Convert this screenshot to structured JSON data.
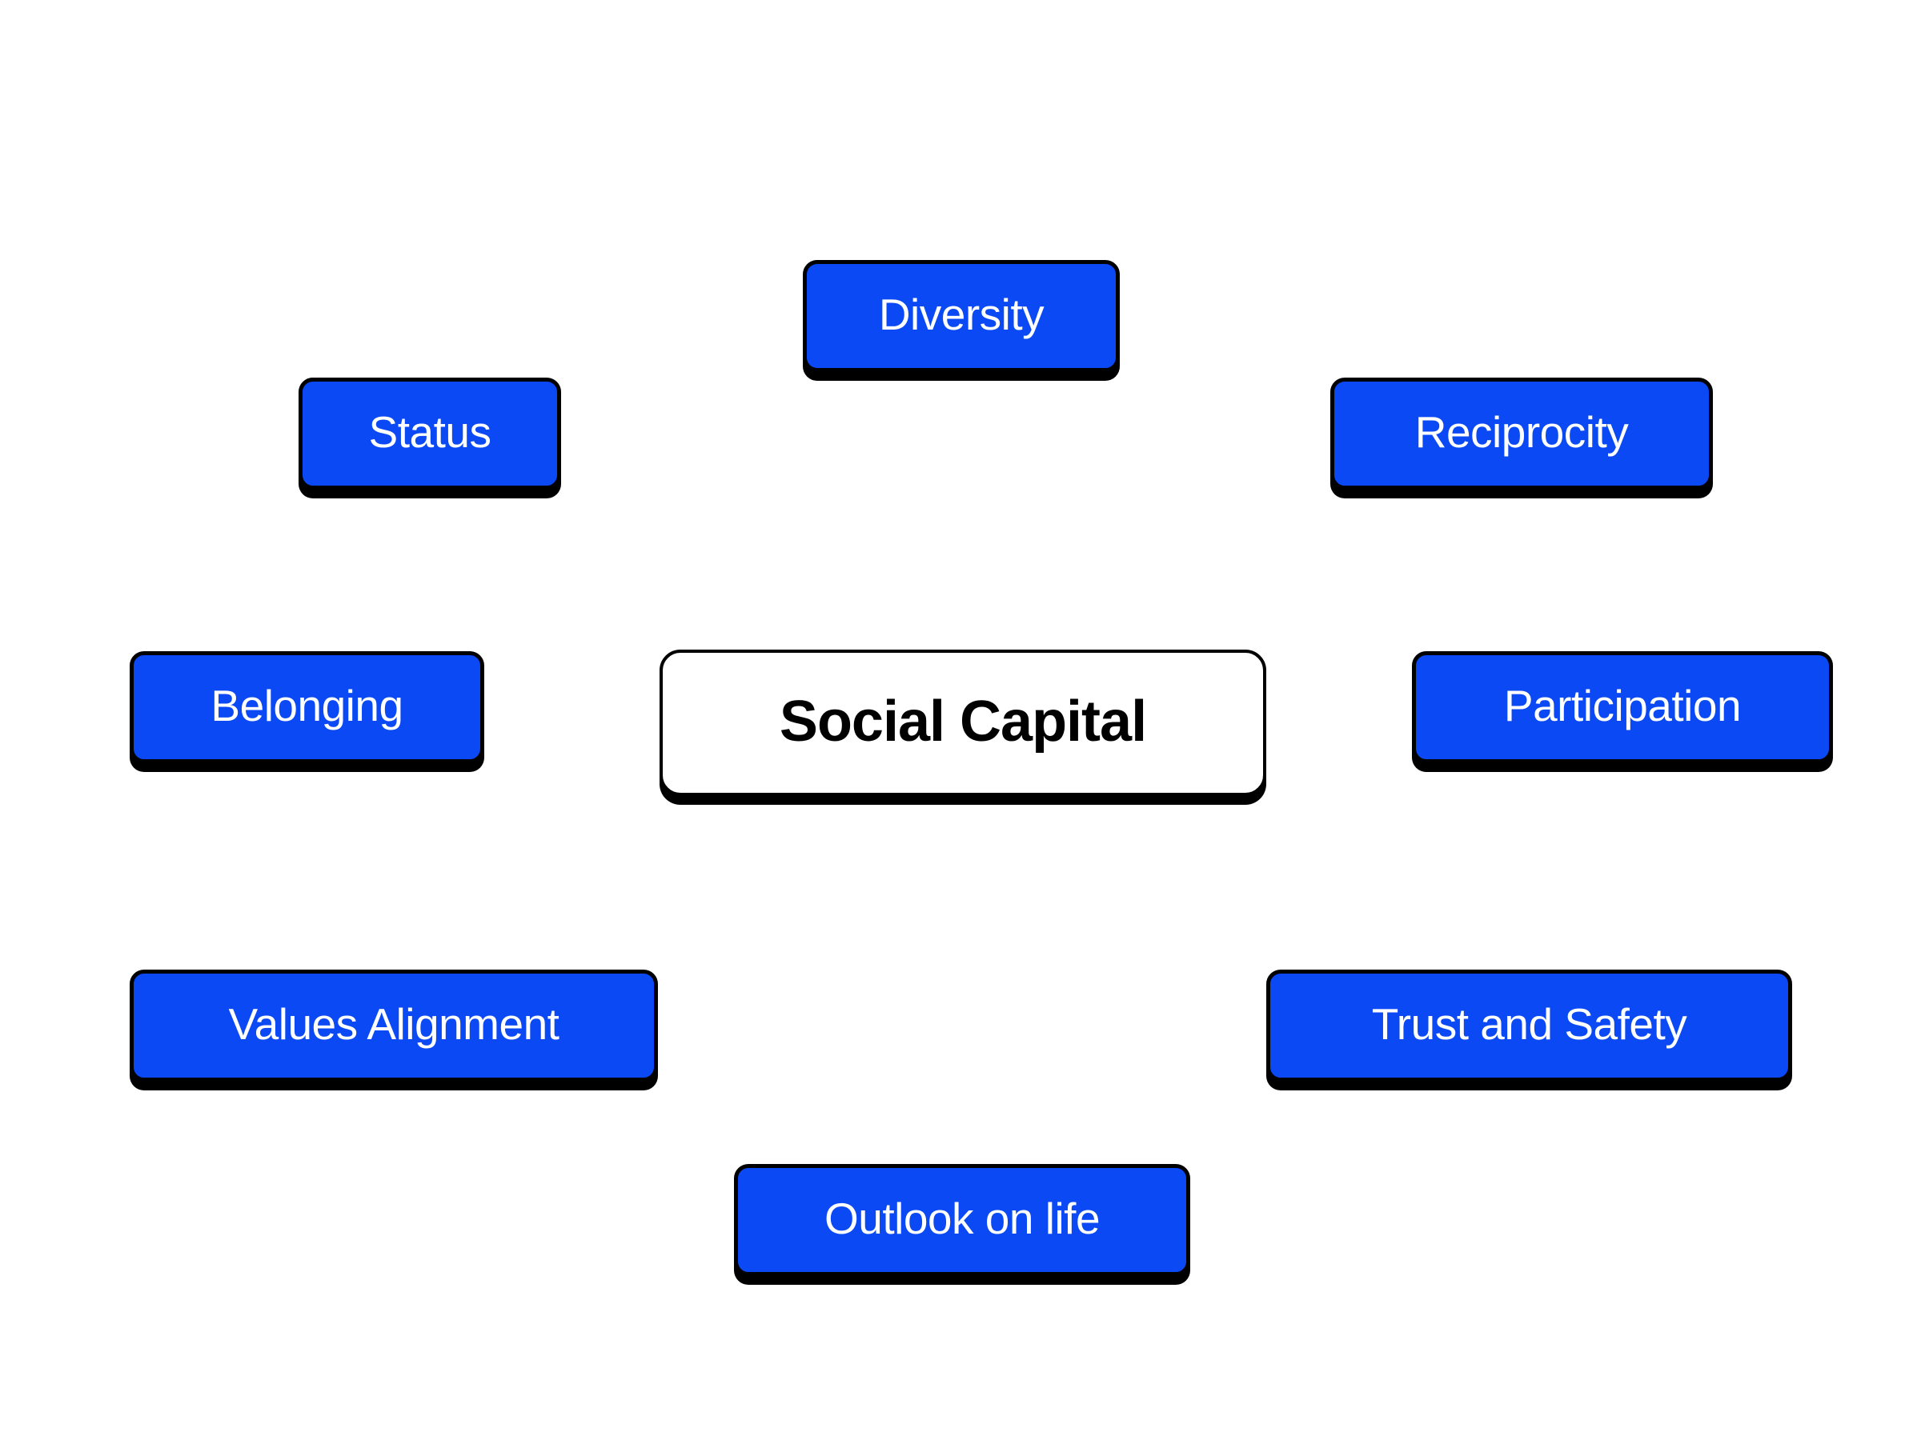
{
  "diagram": {
    "type": "concept-map",
    "title": "Social Capital",
    "background_color": "#ffffff",
    "center": {
      "label": "Social Capital",
      "fill_color": "#ffffff",
      "text_color": "#000000",
      "border_color": "#000000"
    },
    "node_style": {
      "fill_color": "#0B49F4",
      "text_color": "#ffffff",
      "border_color": "#000000",
      "shadow_color": "#000000"
    },
    "nodes": [
      {
        "id": "diversity",
        "label": "Diversity",
        "position": "top-center"
      },
      {
        "id": "status",
        "label": "Status",
        "position": "top-left"
      },
      {
        "id": "reciprocity",
        "label": "Reciprocity",
        "position": "top-right"
      },
      {
        "id": "belonging",
        "label": "Belonging",
        "position": "middle-left"
      },
      {
        "id": "participation",
        "label": "Participation",
        "position": "middle-right"
      },
      {
        "id": "values",
        "label": "Values Alignment",
        "position": "bottom-left"
      },
      {
        "id": "trust",
        "label": "Trust and Safety",
        "position": "bottom-right"
      },
      {
        "id": "outlook",
        "label": "Outlook on life",
        "position": "bottom-center"
      }
    ]
  }
}
